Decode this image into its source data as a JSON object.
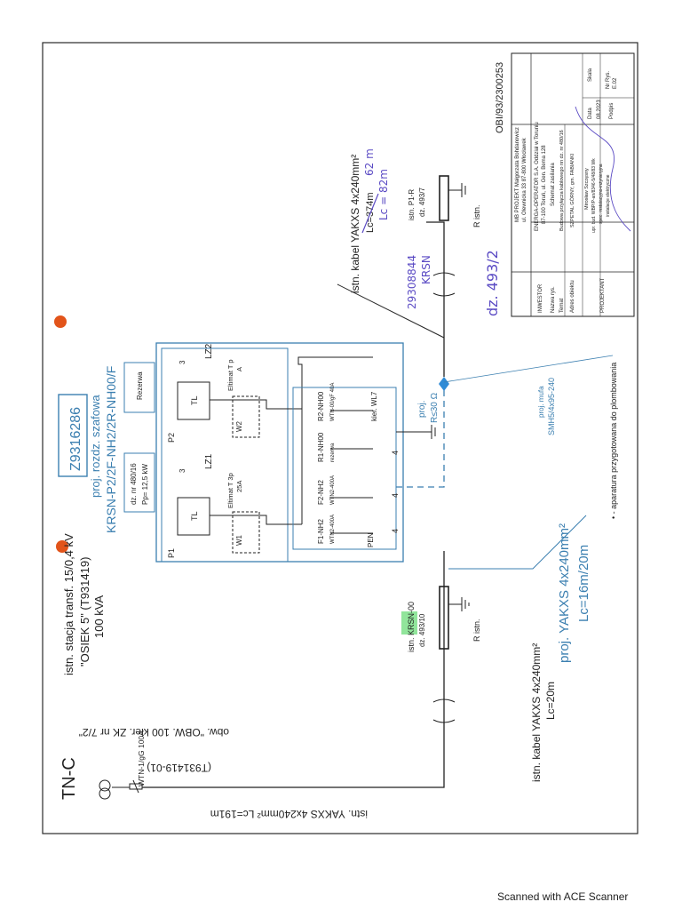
{
  "network_type": "TN-C",
  "station": {
    "line1": "istn. stacja transf. 15/0,4 kV",
    "line2": "\"OSIEK 5\" (T931419)",
    "line3": "100 kVA"
  },
  "fuse_wtn": "WTN-1/gG 100A",
  "circuit": {
    "line1": "obw. \"OBW. 100 kier. ZK nr 7/2\"",
    "line2": "(T931419-01)"
  },
  "cable_bottom": "istn. YAKXS 4x240mm² Lc=191m",
  "cable_left": {
    "line1": "istn. kabel YAKXS 4x240mm²",
    "line2": "Lc=20m"
  },
  "krsn_existing": {
    "line1": "istn. KRSN-00",
    "line2": "dz. 493/10"
  },
  "r_istn": "R istn.",
  "proj_cable": {
    "line1": "proj. YAKXS 4x240mm²",
    "line2": "Lc=16m/20m"
  },
  "cabinet": {
    "id": "Z9316286",
    "line1": "proj. rozdz. szafowa",
    "line2": "KRSN-P2/2F-NH2/2R-NH00/F",
    "plot": "dz. nr 480/16",
    "power": "Pp= 12,5 kW",
    "reserve": "Rezerwa",
    "p1": "P1",
    "p2": "P2",
    "tl": "TL",
    "lz1": "LZ1",
    "lz2": "LZ2",
    "w1": "W1",
    "w2": "W2",
    "eltimer1": "Eltimat T 3p",
    "eltimer1_a": "25A",
    "eltimer2": "Eltimat T p",
    "eltimer2_a": "A",
    "num3": "3",
    "f1": "F1-NH2",
    "f1_sub": "WTN2-400A",
    "f2": "F2-NH2",
    "f2_sub": "WTN2-400A",
    "r1": "R1-NH00",
    "r1_sub": "rezerwa",
    "r2": "R2-NH00",
    "r2_sub": "WTN-00/gF 40A",
    "wl7": "kier. WL7",
    "pen": "PEN",
    "num4": "4",
    "proj_r": "proj.",
    "proj_r_val": "R≤30 Ω"
  },
  "mufa": {
    "line1": "proj. mufa",
    "line2": "SMH5/4x95-240"
  },
  "cable_right": {
    "line1": "istn. kabel YAKXS 4x240mm²",
    "line2": "Lc=374m",
    "hand1": "62 m",
    "hand2": "Lc = 82m"
  },
  "pole_right": {
    "line1": "istn. P1-R",
    "line2": "dz. 493/7"
  },
  "handwritten": {
    "num": "29308844",
    "krsn": "KRSN",
    "dz": "dz. 493/2"
  },
  "note": "• - aparatura przygotowana do plombowania",
  "drawing_no": "OBI/93/2300253",
  "title_block": {
    "company": "MB PROJEKT Małgorzata Bohdanowicz",
    "address": "ul. Olewnicka 33 87-800 Włocławek",
    "investor_label": "INWESTOR",
    "investor": "ENERGA-OPERATOR S.A. Oddział w Toruniu",
    "investor2": "87-100 Toruń, ul. Gen. Bema 128",
    "name_label": "Nazwa rys.",
    "name": "Schemat zasilania",
    "topic_label": "Temat",
    "topic": "Budowa przyłącza kablowego nn dz. nr 480/16",
    "addr_label": "Adres obiektu",
    "addr": "SZPETAL GÓRNY, gm. FABIANKI",
    "designer_label": "PROJEKTANT",
    "designer": "Mirosław Szczęsny",
    "designer2": "upr. bud. WBP/P-an/8346-5/48/83 Wk",
    "designer3": "spec. instalacyjno-inżynieryjna",
    "designer4": "instalacje elektryczne",
    "date_label": "Data",
    "date": "08.2023",
    "scale_label": "Skala",
    "sheet_label": "Nr Rys.",
    "sheet": "E.02",
    "sign_label": "Podpis"
  },
  "footer": "Scanned with ACE Scanner",
  "colors": {
    "ink": "#2a2a2a",
    "blue": "#3b7fb0",
    "hand": "#5b4bc4",
    "green": "#7ee08a",
    "dot": "#e2541a"
  }
}
